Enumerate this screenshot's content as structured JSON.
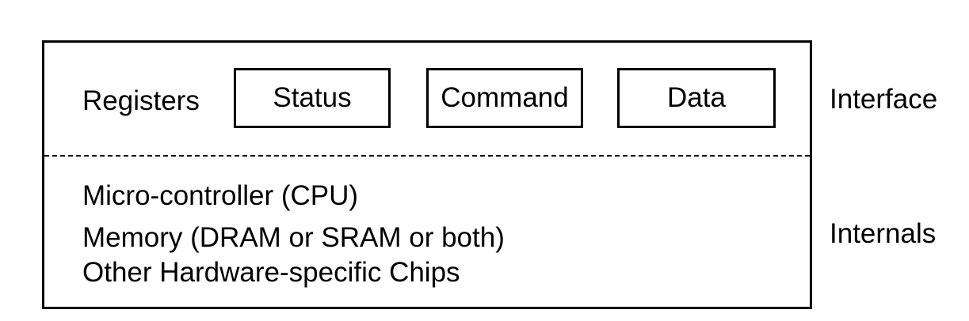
{
  "interface": {
    "registers_label": "Registers",
    "registers": [
      {
        "label": "Status"
      },
      {
        "label": "Command"
      },
      {
        "label": "Data"
      }
    ],
    "side_label": "Interface"
  },
  "internals": {
    "lines": [
      "Micro-controller (CPU)",
      "Memory (DRAM or SRAM or both)",
      "Other Hardware-specific Chips"
    ],
    "side_label": "Internals"
  }
}
